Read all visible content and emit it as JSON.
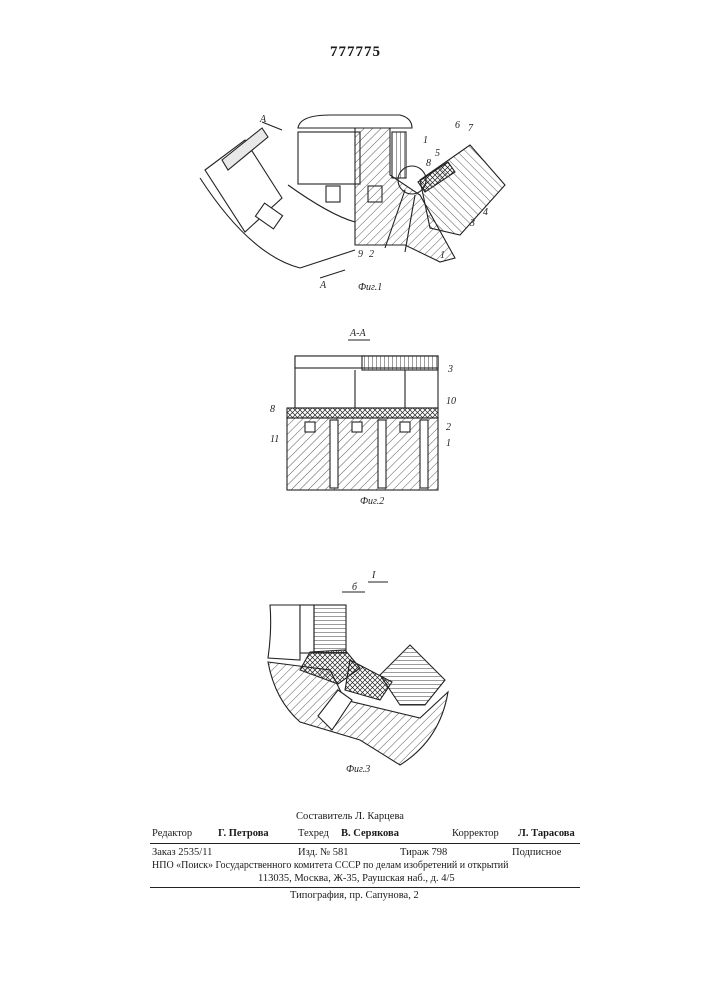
{
  "document": {
    "patent_number": "777775",
    "figures": {
      "fig1": {
        "caption": "Фиг.1",
        "section_mark": "А",
        "labels": [
          "1",
          "8",
          "5",
          "6",
          "7",
          "4",
          "3",
          "1",
          "9",
          "2"
        ]
      },
      "fig2": {
        "title": "А-А",
        "caption": "Фиг.2",
        "labels": [
          "3",
          "8",
          "10",
          "2",
          "11",
          "1"
        ]
      },
      "fig3": {
        "title": "I",
        "caption": "Фиг.3",
        "dimension": "б"
      }
    },
    "footer": {
      "compiler": "Составитель Л. Карцева",
      "editor_label": "Редактор",
      "editor_name": "Г. Петрова",
      "techred_label": "Техред",
      "techred_name": "В. Серякова",
      "corrector_label": "Корректор",
      "corrector_name": "Л. Тарасова",
      "order": "Заказ 2535/11",
      "izd": "Изд. № 581",
      "tirazh": "Тираж 798",
      "subscription": "Подписное",
      "org_line": "НПО «Поиск» Государственного комитета СССР по делам изобретений и открытий",
      "address_line": "113035, Москва, Ж-35, Раушская наб., д. 4/5",
      "printer_line": "Типография, пр. Сапунова, 2"
    }
  }
}
